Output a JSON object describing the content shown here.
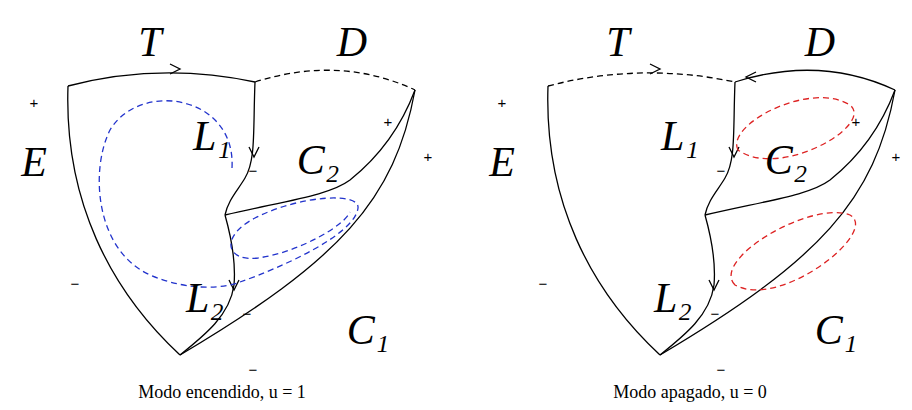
{
  "diagram": {
    "labels": [
      "T",
      "D",
      "E",
      "L₁",
      "C₂",
      "L₂",
      "C₁",
      "+",
      "+",
      "+",
      "−",
      "−",
      "−",
      "−",
      "Modo encendido, u = 1",
      "T",
      "D",
      "E",
      "L₁",
      "C₂",
      "L₂",
      "C₁",
      "+",
      "+",
      "+",
      "−",
      "−",
      "−",
      "−",
      "Modo apagado, u = 0"
    ]
  }
}
